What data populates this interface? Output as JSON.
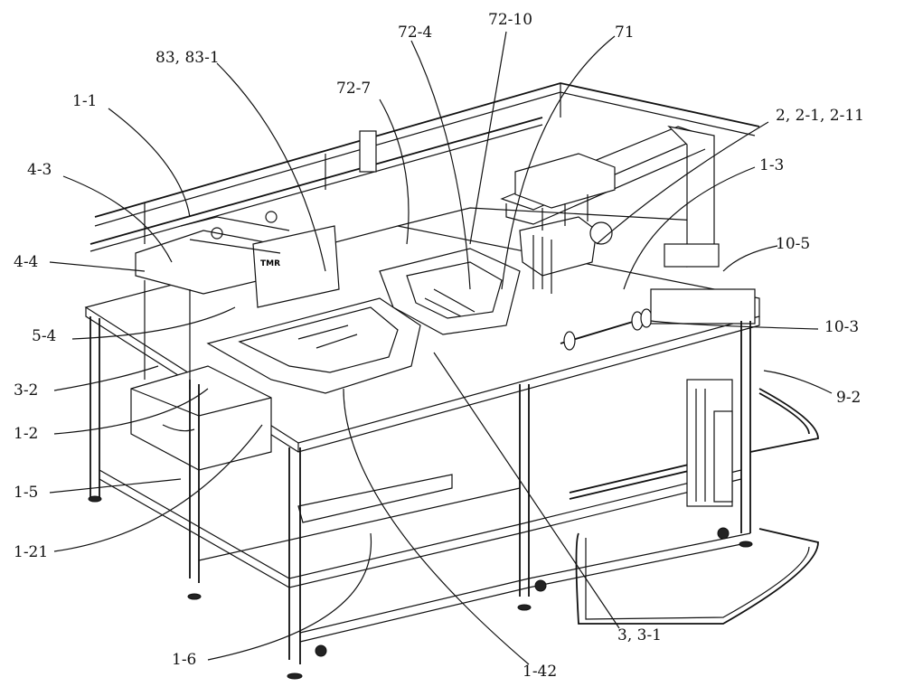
{
  "figure": {
    "type": "patent mechanical isometric drawing",
    "subject": "automated sewing workstation frame with worktable, gantry and conveyor"
  },
  "labels": [
    {
      "id": "l-1-1",
      "text": "1-1"
    },
    {
      "id": "l-83",
      "text": "83, 83-1"
    },
    {
      "id": "l-72-7",
      "text": "72-7"
    },
    {
      "id": "l-72-4",
      "text": "72-4"
    },
    {
      "id": "l-72-10",
      "text": "72-10"
    },
    {
      "id": "l-71",
      "text": "71"
    },
    {
      "id": "l-2",
      "text": "2, 2-1, 2-11"
    },
    {
      "id": "l-1-3",
      "text": "1-3"
    },
    {
      "id": "l-10-5",
      "text": "10-5"
    },
    {
      "id": "l-4-3",
      "text": "4-3"
    },
    {
      "id": "l-4-4",
      "text": "4-4"
    },
    {
      "id": "l-5-4",
      "text": "5-4"
    },
    {
      "id": "l-10-3",
      "text": "10-3"
    },
    {
      "id": "l-3-2",
      "text": "3-2"
    },
    {
      "id": "l-9-2",
      "text": "9-2"
    },
    {
      "id": "l-1-2",
      "text": "1-2"
    },
    {
      "id": "l-1-5",
      "text": "1-5"
    },
    {
      "id": "l-1-21",
      "text": "1-21"
    },
    {
      "id": "l-1-6",
      "text": "1-6"
    },
    {
      "id": "l-1-42",
      "text": "1-42"
    },
    {
      "id": "l-3",
      "text": "3, 3-1"
    }
  ],
  "machine_text": {
    "brand_plate": "TMR"
  }
}
